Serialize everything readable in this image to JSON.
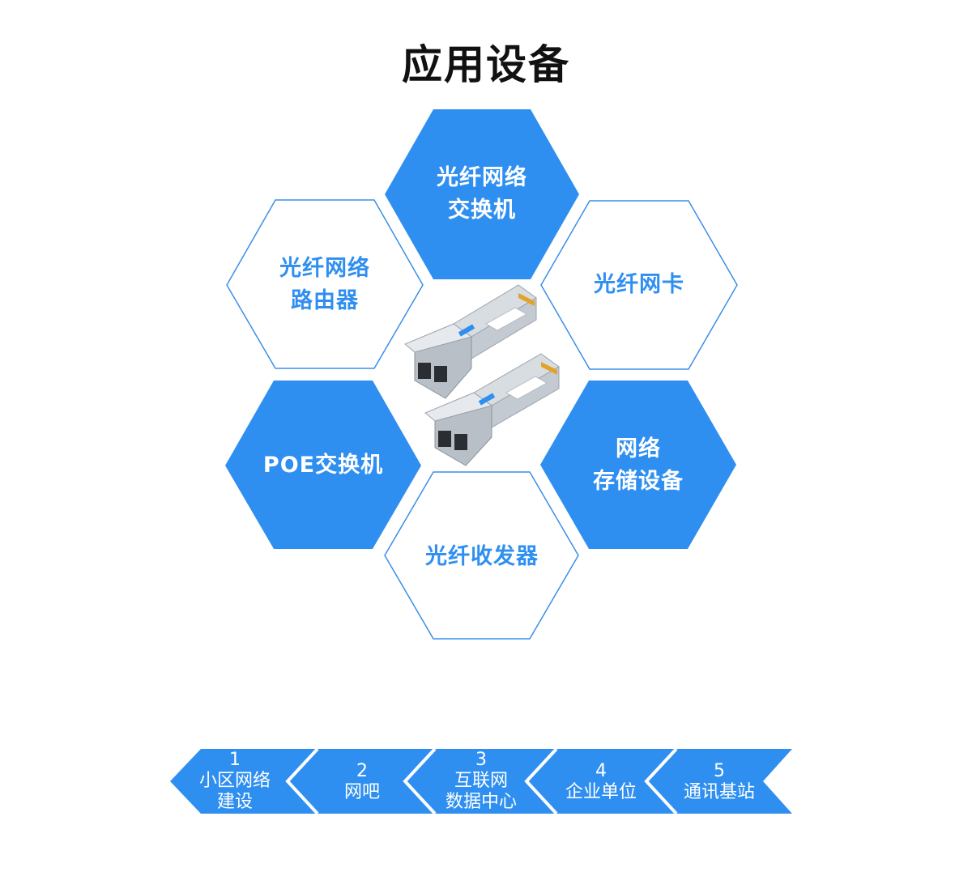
{
  "page": {
    "title": "应用设备"
  },
  "colors": {
    "accent": "#2f8ff0",
    "outline": "#3a8fe8",
    "text": "#111111",
    "white": "#ffffff"
  },
  "devices": [
    {
      "id": "switch",
      "lines": [
        "光纤网络",
        "交换机"
      ],
      "style": "filled"
    },
    {
      "id": "router",
      "lines": [
        "光纤网络",
        "路由器"
      ],
      "style": "outline"
    },
    {
      "id": "nic",
      "lines": [
        "光纤网卡"
      ],
      "style": "outline"
    },
    {
      "id": "poe",
      "lines": [
        "POE交换机"
      ],
      "style": "filled"
    },
    {
      "id": "storage",
      "lines": [
        "网络",
        "存储设备"
      ],
      "style": "filled"
    },
    {
      "id": "transceiver",
      "lines": [
        "光纤收发器"
      ],
      "style": "outline"
    }
  ],
  "scenarios": [
    {
      "number": "1",
      "lines": [
        "小区网络",
        "建设"
      ]
    },
    {
      "number": "2",
      "lines": [
        "网吧"
      ]
    },
    {
      "number": "3",
      "lines": [
        "互联网",
        "数据中心"
      ]
    },
    {
      "number": "4",
      "lines": [
        "企业单位"
      ]
    },
    {
      "number": "5",
      "lines": [
        "通讯基站"
      ]
    }
  ]
}
